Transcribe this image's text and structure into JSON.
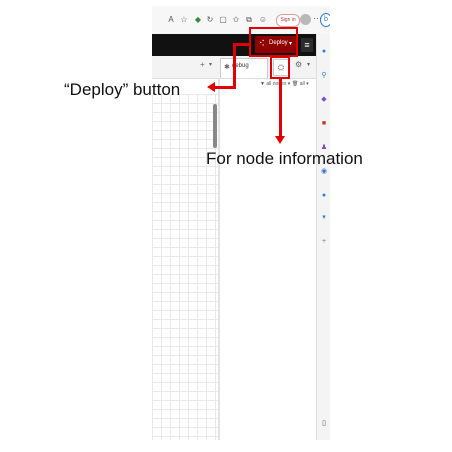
{
  "browser": {
    "signin_label": "Sign in",
    "icons": [
      "font-size-icon",
      "star-icon",
      "extension-icon",
      "refresh-icon",
      "split-screen-icon",
      "favorites-icon",
      "collections-icon"
    ]
  },
  "header": {
    "deploy_label": "Deploy",
    "deploy_caret": "▾",
    "menu_glyph": "≡"
  },
  "toolbar": {
    "add_tab_glyph": "+",
    "tab_menu_glyph": "▾",
    "debug_label": "debug",
    "info_glyph": "⛭",
    "gear_glyph": "⚙",
    "gear_caret": "▾"
  },
  "filter": {
    "all_nodes_label": "▼ all nodes ▾",
    "all_label": "🗑 all ▾"
  },
  "annotations": {
    "deploy_button_label": "“Deploy” button",
    "node_info_label": "For node information"
  },
  "colors": {
    "deploy_red": "#8f0000",
    "header_black": "#111111",
    "annotation_red": "#e00000"
  }
}
